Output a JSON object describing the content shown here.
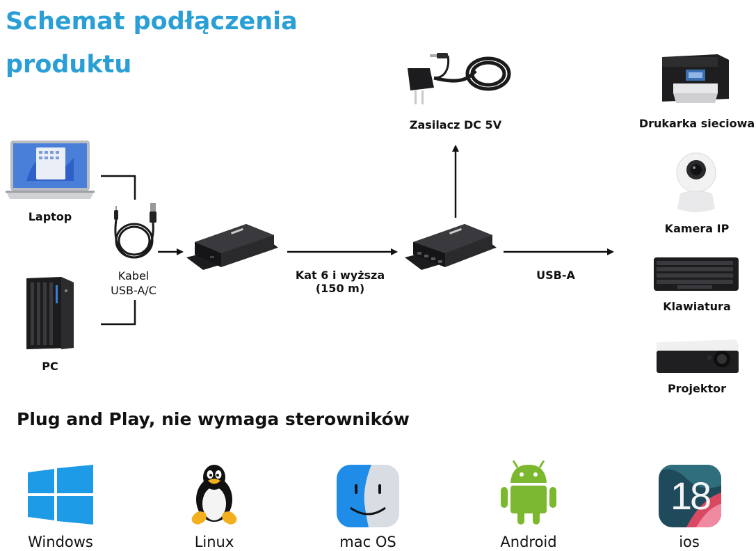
{
  "header": {
    "title": "Schemat podłączenia produktu"
  },
  "devices": {
    "laptop": "Laptop",
    "pc": "PC",
    "cable": "Kabel\nUSB-A/C",
    "power_supply": "Zasilacz DC 5V",
    "link_cable": "Kat 6 i wyższa\n(150 m)",
    "usb_a": "USB-A",
    "printer": "Drukarka sieciowa",
    "ip_camera": "Kamera IP",
    "keyboard": "Klawiatura",
    "projector": "Projektor"
  },
  "compat": {
    "title": "Plug and Play, nie wymaga sterowników",
    "os": [
      "Windows",
      "Linux",
      "mac OS",
      "Android",
      "ios"
    ],
    "ios_badge": "18"
  },
  "colors": {
    "title": "#2a9fd6",
    "windows": "#1e9be6",
    "android": "#7cb82f"
  }
}
